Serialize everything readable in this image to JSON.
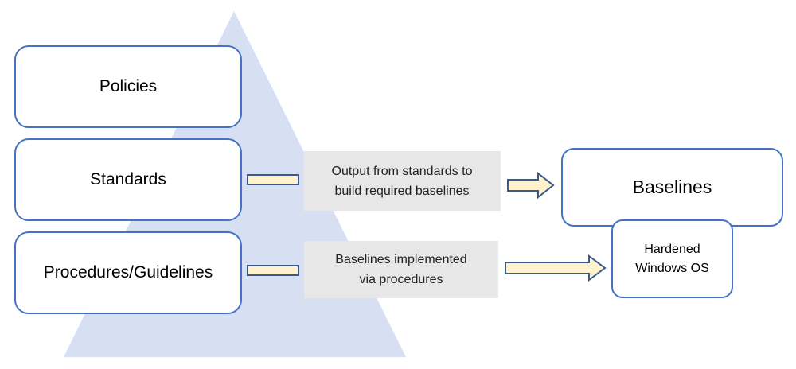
{
  "pyramid": {
    "color": "#d6e0f2"
  },
  "levels": [
    {
      "label": "Policies"
    },
    {
      "label": "Standards"
    },
    {
      "label": "Procedures/Guidelines"
    }
  ],
  "notes": [
    {
      "line1": "Output from standards to",
      "line2": "build required baselines"
    },
    {
      "line1": "Baselines implemented",
      "line2": "via procedures"
    }
  ],
  "targets": {
    "baselines": "Baselines",
    "hardened_line1": "Hardened",
    "hardened_line2": "Windows OS"
  },
  "colors": {
    "box_border": "#4472c4",
    "note_fill": "#e7e7e7",
    "arrow_fill": "#fff2cc",
    "arrow_border": "#3a5a8c"
  }
}
